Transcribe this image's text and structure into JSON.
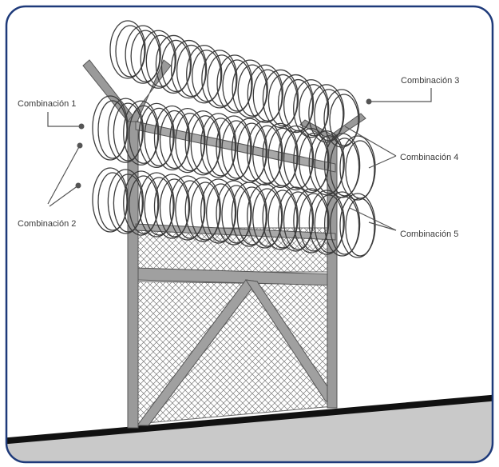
{
  "labels": {
    "c1": "Combinación 1",
    "c2": "Combinación 2",
    "c3": "Combinación 3",
    "c4": "Combinación 4",
    "c5": "Combinación 5"
  },
  "colors": {
    "frame_border": "#1e3a7a",
    "post": "#9a9a9a",
    "post_edge": "#555555",
    "mesh": "#7a7a7a",
    "ground": "#c9c9c9",
    "ground_line": "#111111",
    "coil": "#3c3c3c",
    "leader": "#555555"
  },
  "icons": {
    "fence": "chain-link-fence",
    "wire": "razor-wire-coil"
  }
}
